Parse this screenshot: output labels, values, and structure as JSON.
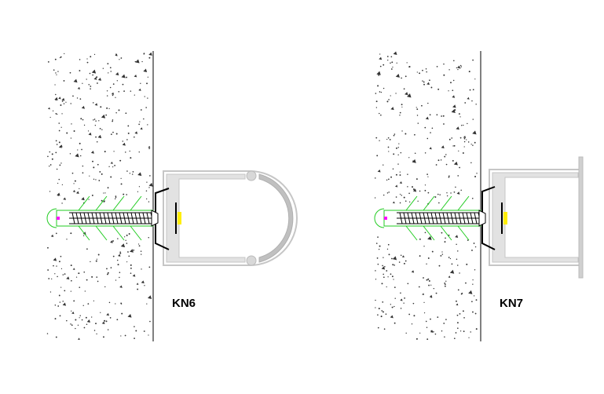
{
  "figures": [
    {
      "label": "KN6",
      "profile": "rounded"
    },
    {
      "label": "KN7",
      "profile": "square-flanged"
    }
  ],
  "colors": {
    "concrete_speck": "#333333",
    "wall_line": "#000000",
    "profile_fill": "#e2e2e2",
    "profile_stroke": "#c6c6c6",
    "diffuser": "#c0c0c0",
    "anchor": "#22cc22",
    "screw": "#000000",
    "led": "#ffee00",
    "marker": "#ff00ff"
  }
}
